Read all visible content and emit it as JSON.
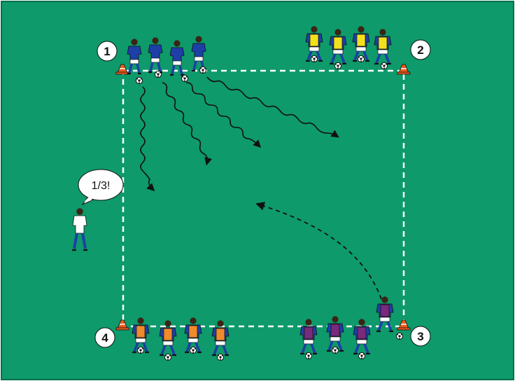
{
  "colors": {
    "pitch": "#0e9a6a",
    "pitch_border": "#0a6e4c",
    "line": "#ffffff",
    "team_blue": "#1d3fa6",
    "team_yellow": "#f2e21d",
    "team_orange": "#f08a2a",
    "team_purple": "#7a2a7a",
    "cone": "#f05a1e",
    "arrow": "#111111"
  },
  "icons": {
    "player": "player-figure-icon",
    "ball": "soccer-ball-icon",
    "cone": "training-cone-icon",
    "coach": "coach-figure-icon"
  },
  "corners": {
    "c1": "1",
    "c2": "2",
    "c3": "3",
    "c4": "4"
  },
  "coach": {
    "call": "1/3!"
  }
}
